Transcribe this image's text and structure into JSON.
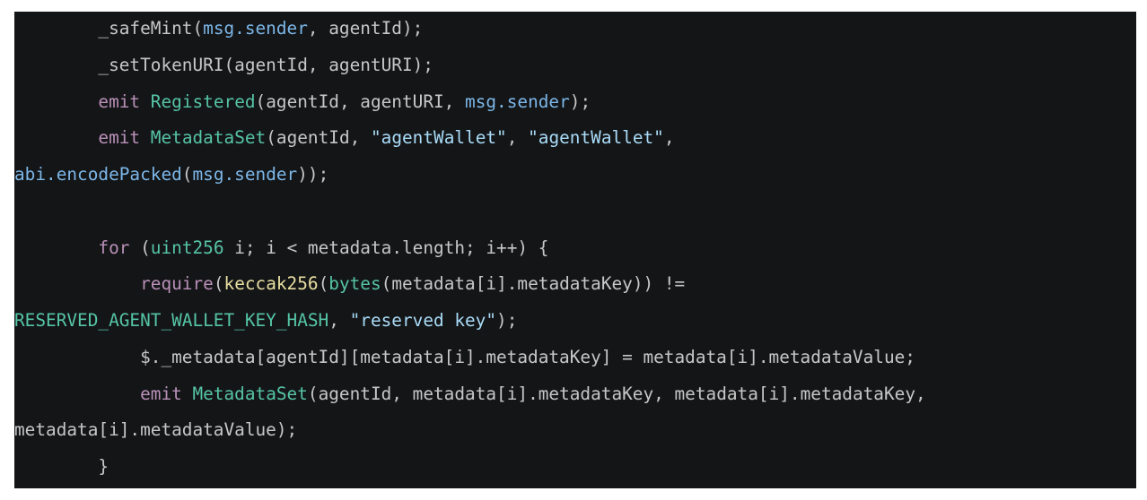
{
  "lines": [
    [
      {
        "t": "        _safeMint(",
        "c": "plain"
      },
      {
        "t": "msg.sender",
        "c": "builtin"
      },
      {
        "t": ", agentId);",
        "c": "plain"
      }
    ],
    [
      {
        "t": "        _setTokenURI(agentId, agentURI);",
        "c": "plain"
      }
    ],
    [
      {
        "t": "        ",
        "c": "plain"
      },
      {
        "t": "emit",
        "c": "keyword"
      },
      {
        "t": " ",
        "c": "plain"
      },
      {
        "t": "Registered",
        "c": "event"
      },
      {
        "t": "(agentId, agentURI, ",
        "c": "plain"
      },
      {
        "t": "msg.sender",
        "c": "builtin"
      },
      {
        "t": ");",
        "c": "plain"
      }
    ],
    [
      {
        "t": "        ",
        "c": "plain"
      },
      {
        "t": "emit",
        "c": "keyword"
      },
      {
        "t": " ",
        "c": "plain"
      },
      {
        "t": "MetadataSet",
        "c": "event"
      },
      {
        "t": "(agentId, ",
        "c": "plain"
      },
      {
        "t": "\"agentWallet\"",
        "c": "string"
      },
      {
        "t": ", ",
        "c": "plain"
      },
      {
        "t": "\"agentWallet\"",
        "c": "string"
      },
      {
        "t": ",",
        "c": "plain"
      }
    ],
    [
      {
        "t": "abi.encodePacked",
        "c": "builtin"
      },
      {
        "t": "(",
        "c": "plain"
      },
      {
        "t": "msg.sender",
        "c": "builtin"
      },
      {
        "t": "));",
        "c": "plain"
      }
    ],
    [
      {
        "t": "",
        "c": "plain"
      }
    ],
    [
      {
        "t": "        ",
        "c": "plain"
      },
      {
        "t": "for",
        "c": "keyword"
      },
      {
        "t": " (",
        "c": "plain"
      },
      {
        "t": "uint256",
        "c": "event"
      },
      {
        "t": " i; i < metadata.length; i++) {",
        "c": "plain"
      }
    ],
    [
      {
        "t": "            ",
        "c": "plain"
      },
      {
        "t": "require",
        "c": "keyword"
      },
      {
        "t": "(",
        "c": "plain"
      },
      {
        "t": "keccak256",
        "c": "call"
      },
      {
        "t": "(",
        "c": "plain"
      },
      {
        "t": "bytes",
        "c": "event"
      },
      {
        "t": "(metadata[i].metadataKey)) !=",
        "c": "plain"
      }
    ],
    [
      {
        "t": "RESERVED_AGENT_WALLET_KEY_HASH",
        "c": "event"
      },
      {
        "t": ", ",
        "c": "plain"
      },
      {
        "t": "\"reserved key\"",
        "c": "string"
      },
      {
        "t": ");",
        "c": "plain"
      }
    ],
    [
      {
        "t": "            $._metadata[agentId][metadata[i].metadataKey] = metadata[i].metadataValue;",
        "c": "plain"
      }
    ],
    [
      {
        "t": "            ",
        "c": "plain"
      },
      {
        "t": "emit",
        "c": "keyword"
      },
      {
        "t": " ",
        "c": "plain"
      },
      {
        "t": "MetadataSet",
        "c": "event"
      },
      {
        "t": "(agentId, metadata[i].metadataKey, metadata[i].metadataKey,",
        "c": "plain"
      }
    ],
    [
      {
        "t": "metadata[i].metadataValue);",
        "c": "plain"
      }
    ],
    [
      {
        "t": "        }",
        "c": "plain"
      }
    ]
  ],
  "colors": {
    "panel_background": "#141517",
    "page_background": "#ffffff",
    "plain": "#c7c7c7",
    "builtin": "#7cb7e8",
    "keyword": "#b990b8",
    "event": "#55c4a5",
    "string": "#a9dcf8",
    "call": "#e8dfa2"
  }
}
